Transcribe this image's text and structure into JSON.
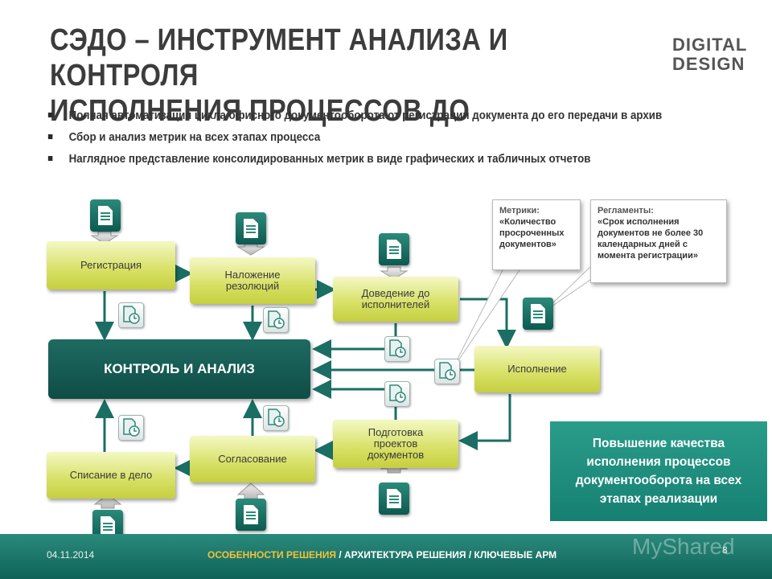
{
  "title_line1": "СЭДО – ИНСТРУМЕНТ АНАЛИЗА И КОНТРОЛЯ",
  "title_line2": "ИСПОЛНЕНИЯ ПРОЦЕССОВ ДО",
  "logo": {
    "line1": "DIGITAL",
    "line2": "DESIGN"
  },
  "bullets": [
    "Полная автоматизация цикла офисного документооборота от регистрации документа до его передачи в архив",
    "Сбор и анализ метрик на всех этапах процесса",
    "Наглядное представление консолидированных метрик в виде графических и табличных отчетов"
  ],
  "diagram": {
    "registration": "Регистрация",
    "resolutions": "Наложение резолюций",
    "delivery": "Доведение до исполнителей",
    "control": "КОНТРОЛЬ И АНАЛИЗ",
    "execution": "Исполнение",
    "preparation": "Подготовка проектов документов",
    "approval": "Согласование",
    "archive": "Списание в дело"
  },
  "callouts": {
    "metrics_head": "Метрики:",
    "metrics_body": "«Количество просроченных документов»",
    "regs_head": "Регламенты:",
    "regs_body": "«Срок исполнения документов не более 30 календарных дней с момента регистрации»"
  },
  "banner": "Повышение качества исполнения процессов документооборота на всех этапах реализации",
  "banner_mirror": "этапах реализации",
  "footer": {
    "date": "04.11.2014",
    "nav_active": "ОСОБЕННОСТИ РЕШЕНИЯ",
    "nav_rest": " / АРХИТЕКТУРА РЕШЕНИЯ / КЛЮЧЕВЫЕ АРМ",
    "page": "8",
    "watermark": "MyShared"
  },
  "colors": {
    "accent": "#1b7a6c",
    "box_fill": "#d7e064",
    "nav_active": "#f3c23a"
  }
}
